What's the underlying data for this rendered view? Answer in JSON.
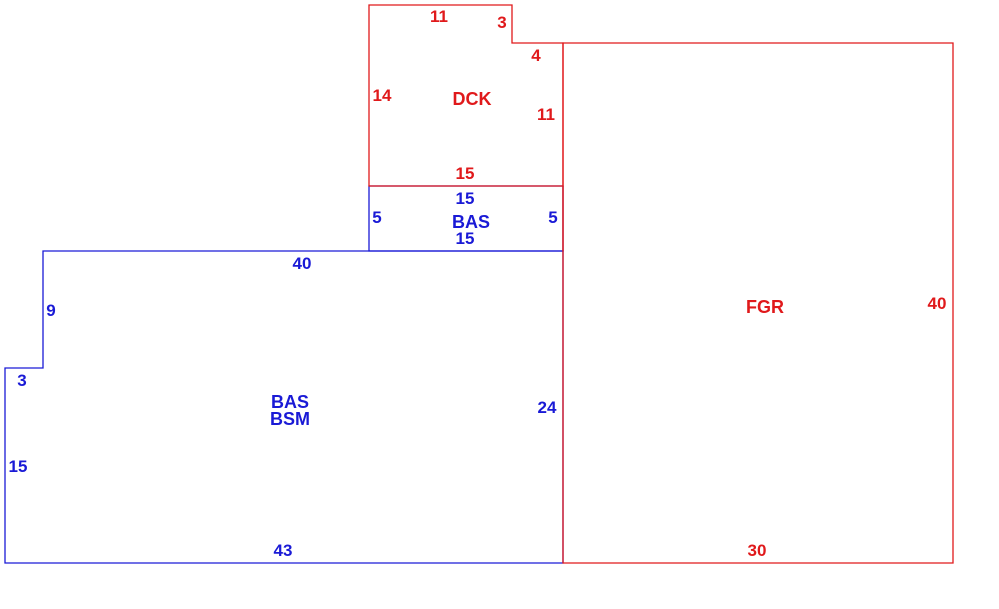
{
  "colors": {
    "blue": "#1a1ad6",
    "red": "#e0191b"
  },
  "areas": {
    "bas_main": {
      "label1": "BAS",
      "label2": "BSM"
    },
    "bas_small": {
      "label": "BAS"
    },
    "dck": {
      "label": "DCK"
    },
    "fgr": {
      "label": "FGR"
    }
  },
  "dimensions": {
    "bas_main_bottom": "43",
    "bas_main_left": "15",
    "bas_main_step": "3",
    "bas_main_upper_left": "9",
    "bas_main_top": "40",
    "bas_main_right": "24",
    "bas_small_top": "15",
    "bas_small_bottom": "15",
    "bas_small_left": "5",
    "bas_small_right": "5",
    "dck_bottom": "15",
    "dck_left": "14",
    "dck_top": "11",
    "dck_notch_top": "3",
    "dck_notch_side": "4",
    "dck_right": "11",
    "fgr_bottom": "30",
    "fgr_right": "40"
  }
}
